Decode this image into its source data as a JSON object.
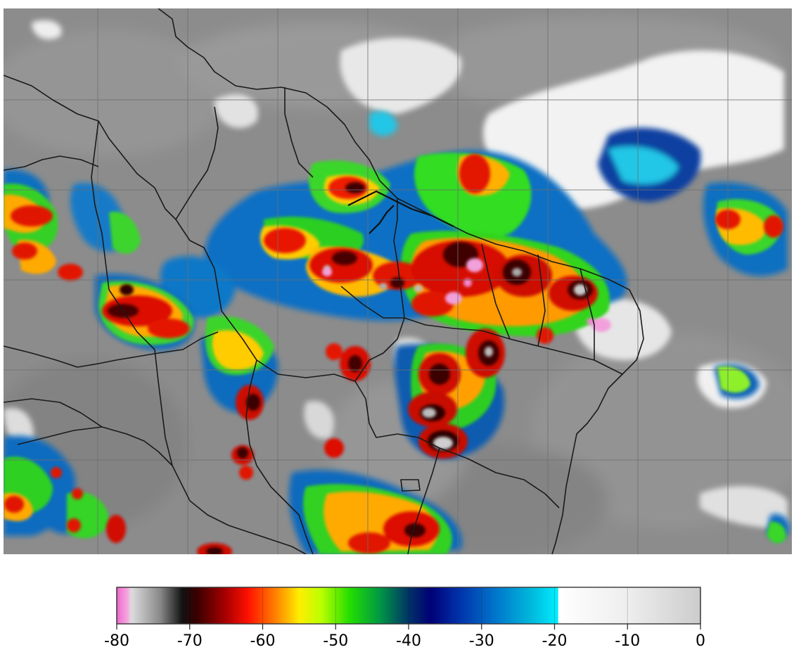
{
  "colorbar": {
    "min": -80,
    "max": 0,
    "ticks": [
      {
        "value": -80,
        "label": "-80"
      },
      {
        "value": -70,
        "label": "-70"
      },
      {
        "value": -60,
        "label": "-60"
      },
      {
        "value": -50,
        "label": "-50"
      },
      {
        "value": -40,
        "label": "-40"
      },
      {
        "value": -30,
        "label": "-30"
      },
      {
        "value": -20,
        "label": "-20"
      },
      {
        "value": -10,
        "label": "-10"
      },
      {
        "value": 0,
        "label": "0"
      }
    ],
    "stops": [
      {
        "value": -80,
        "color": "#ee66cc"
      },
      {
        "value": -78.5,
        "color": "#f4a8df"
      },
      {
        "value": -78,
        "color": "#dddddd"
      },
      {
        "value": -74,
        "color": "#888888"
      },
      {
        "value": -71,
        "color": "#111111"
      },
      {
        "value": -69,
        "color": "#3a0000"
      },
      {
        "value": -65,
        "color": "#aa0000"
      },
      {
        "value": -62,
        "color": "#ff1100"
      },
      {
        "value": -58,
        "color": "#ff8800"
      },
      {
        "value": -55,
        "color": "#ffee00"
      },
      {
        "value": -52,
        "color": "#bbff00"
      },
      {
        "value": -48,
        "color": "#22dd00"
      },
      {
        "value": -44,
        "color": "#009944"
      },
      {
        "value": -40,
        "color": "#003366"
      },
      {
        "value": -37,
        "color": "#000077"
      },
      {
        "value": -33,
        "color": "#0033aa"
      },
      {
        "value": -28,
        "color": "#0077cc"
      },
      {
        "value": -23,
        "color": "#00bbdd"
      },
      {
        "value": -19.5,
        "color": "#00eeff"
      },
      {
        "value": -19.4,
        "color": "#ffffff"
      },
      {
        "value": -10,
        "color": "#eeeeee"
      },
      {
        "value": 0,
        "color": "#cccccc"
      }
    ]
  },
  "map": {
    "background_color": "#8c8c8c",
    "border_color": "#1a1a1a",
    "grid_color": "#6e6e6e"
  }
}
